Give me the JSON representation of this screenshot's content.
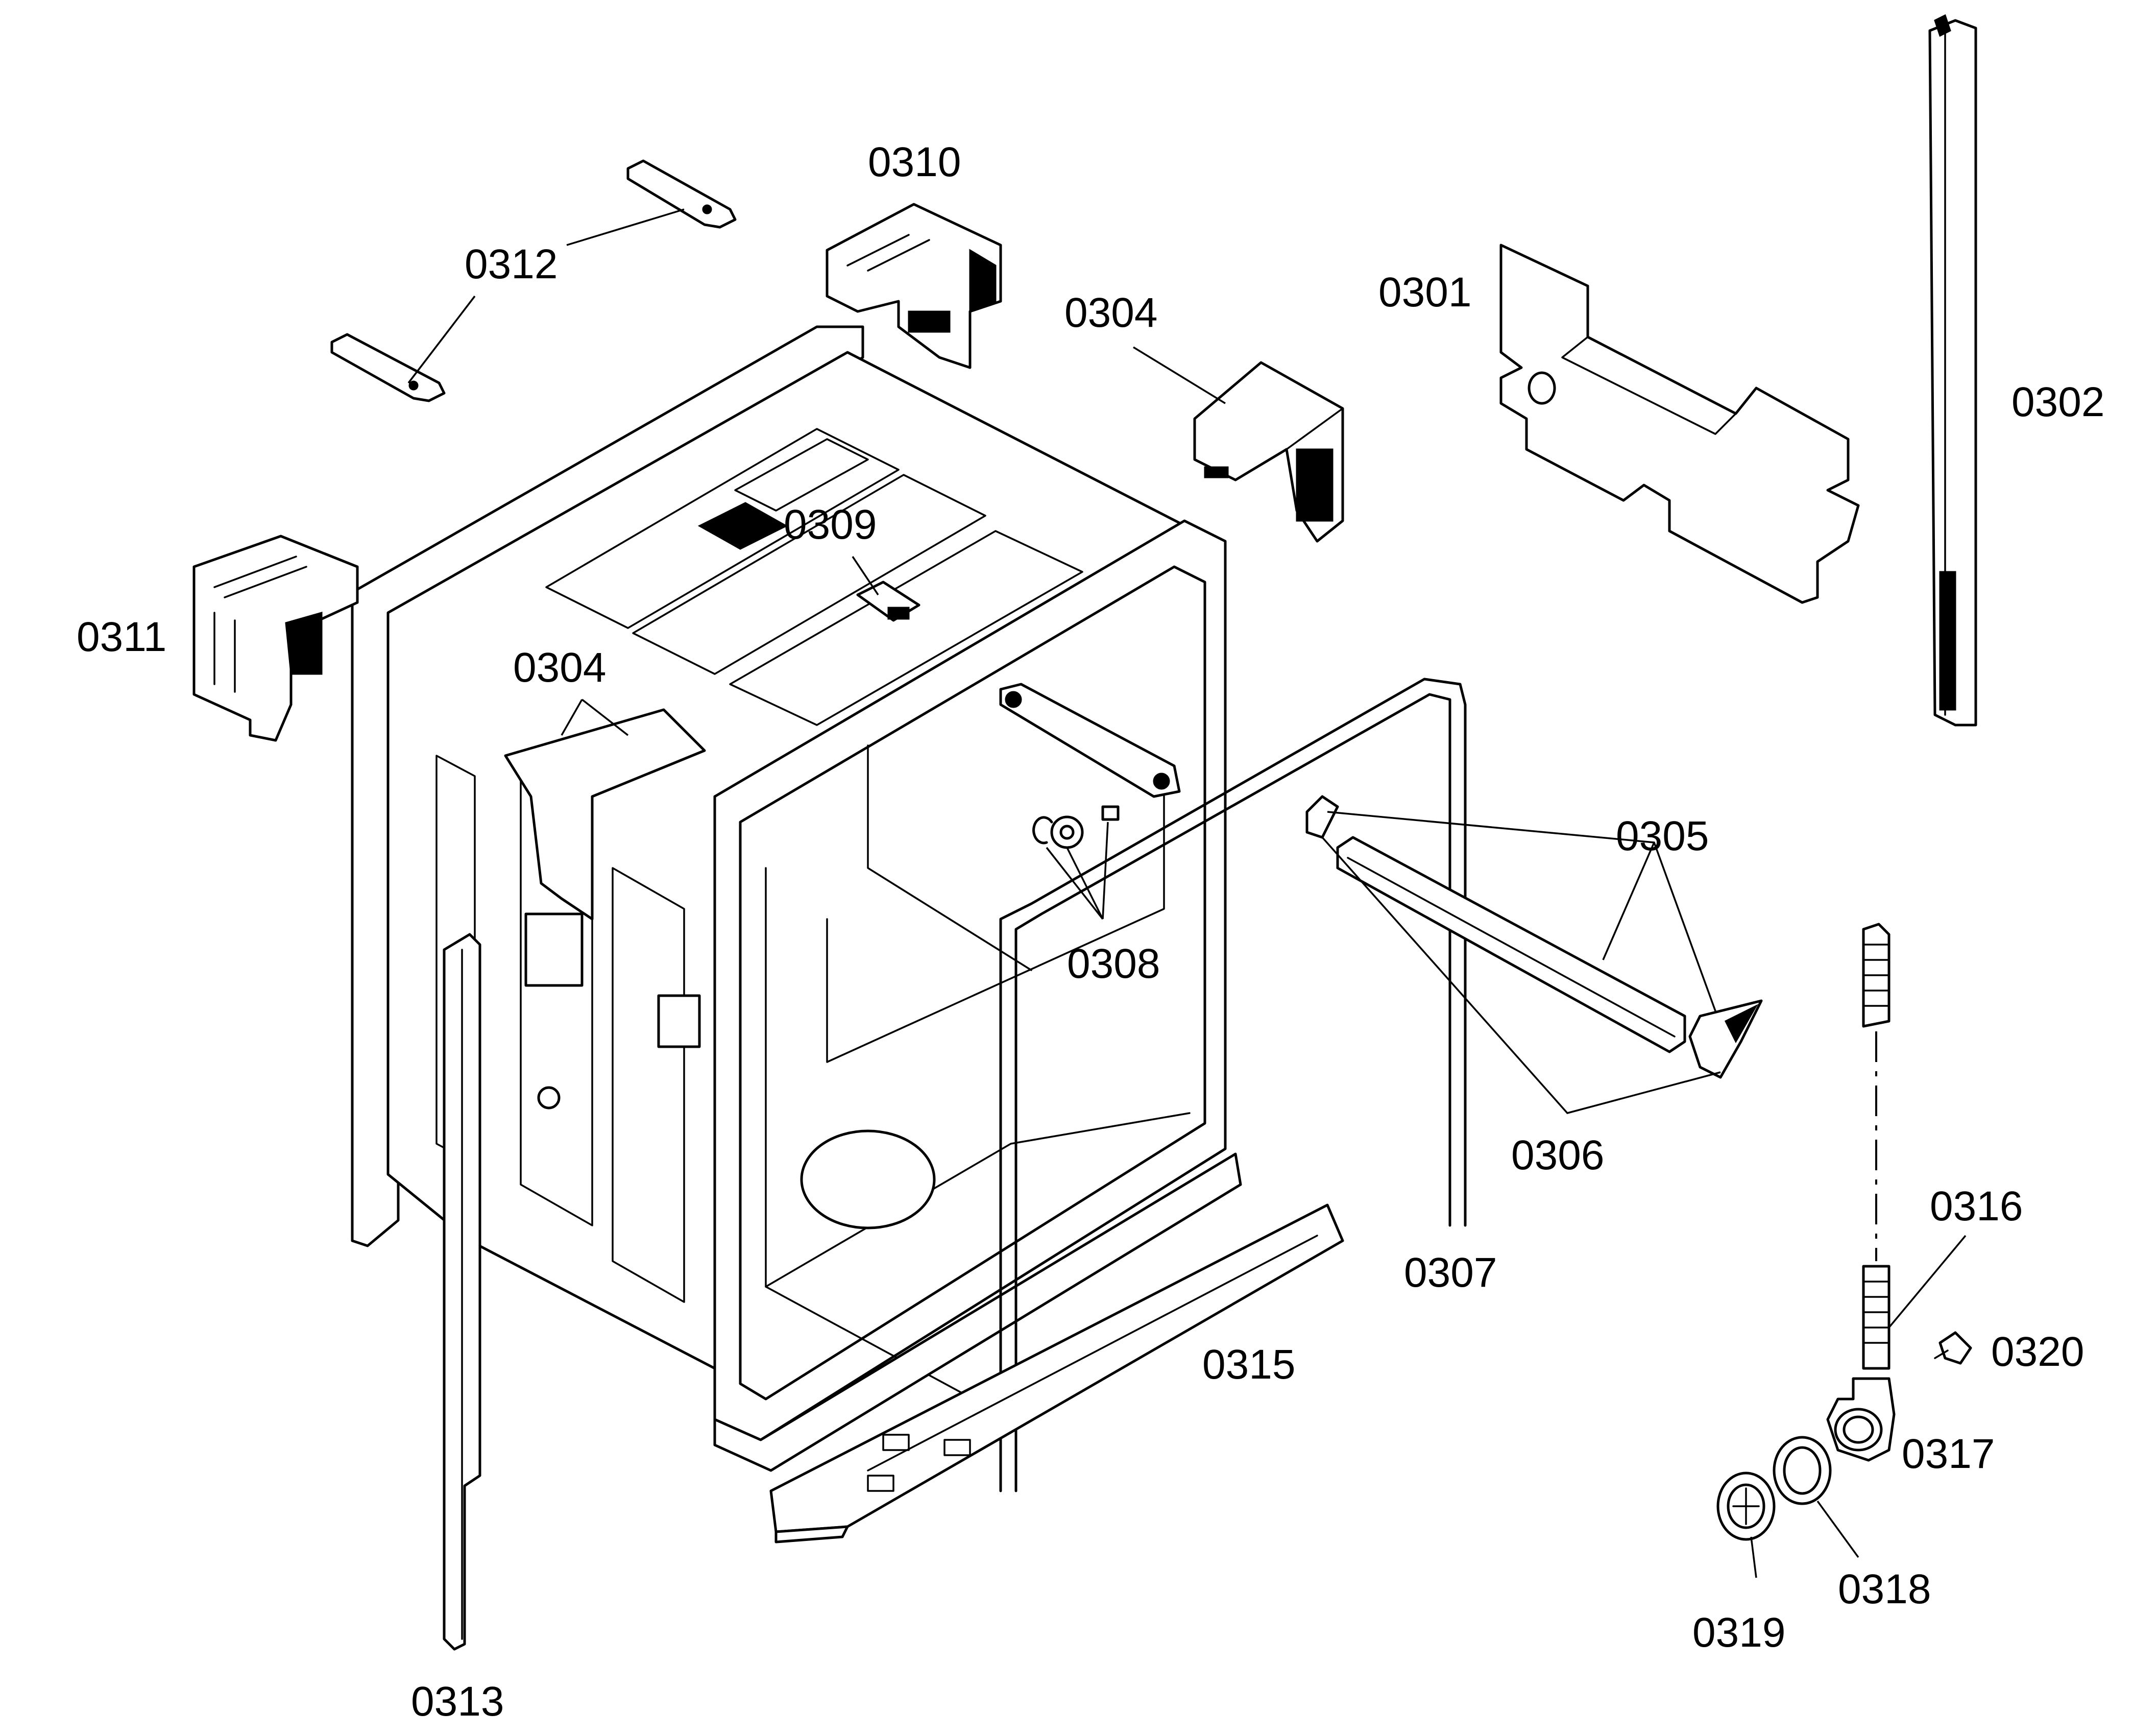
{
  "diagram": {
    "labels": [
      {
        "id": "p0301",
        "text": "0301"
      },
      {
        "id": "p0302",
        "text": "0302"
      },
      {
        "id": "p0304a",
        "text": "0304"
      },
      {
        "id": "p0304b",
        "text": "0304"
      },
      {
        "id": "p0305",
        "text": "0305"
      },
      {
        "id": "p0306",
        "text": "0306"
      },
      {
        "id": "p0307",
        "text": "0307"
      },
      {
        "id": "p0308",
        "text": "0308"
      },
      {
        "id": "p0309",
        "text": "0309"
      },
      {
        "id": "p0310",
        "text": "0310"
      },
      {
        "id": "p0311",
        "text": "0311"
      },
      {
        "id": "p0312",
        "text": "0312"
      },
      {
        "id": "p0313",
        "text": "0313"
      },
      {
        "id": "p0315",
        "text": "0315"
      },
      {
        "id": "p0316",
        "text": "0316"
      },
      {
        "id": "p0317",
        "text": "0317"
      },
      {
        "id": "p0318",
        "text": "0318"
      },
      {
        "id": "p0319",
        "text": "0319"
      },
      {
        "id": "p0320",
        "text": "0320"
      }
    ]
  }
}
